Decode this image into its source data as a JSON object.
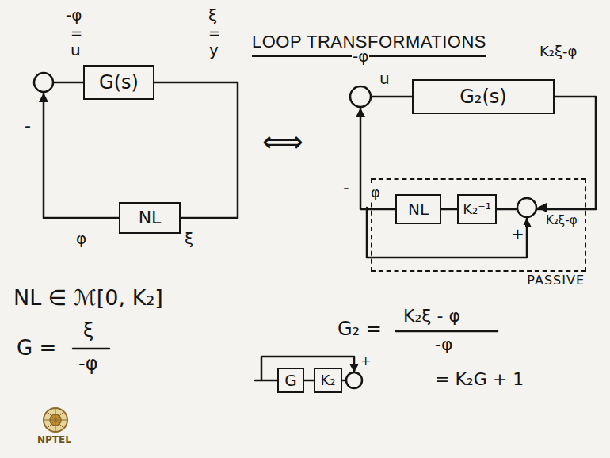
{
  "diagram": {
    "title": "LOOP TRANSFORMATIONS",
    "nodes": [
      {
        "text": [
          "G(s)"
        ]
      },
      {
        "text": [
          "NL"
        ]
      },
      {
        "text": [
          "G₂(s)"
        ]
      },
      {
        "text": [
          "PASSIVE"
        ]
      },
      {
        "text": [
          "NL"
        ],
        "in": 3
      },
      {
        "text": [
          "K₂⁻¹"
        ],
        "in": 3
      },
      {
        "text": [
          "G"
        ]
      },
      {
        "text": [
          "K₂"
        ]
      }
    ],
    "edges": [
      {
        "from": 0,
        "to": 1,
        "arrow": "none"
      },
      {
        "from": 1,
        "to": 0,
        "arrow": "none"
      },
      {
        "from": 2,
        "to": 5,
        "arrow": "none"
      },
      {
        "from": 5,
        "to": 4,
        "arrow": "none"
      },
      {
        "from": 4,
        "to": 2,
        "arrow": "none"
      },
      {
        "from": 6,
        "to": 7,
        "arrow": "none"
      }
    ],
    "labels": [
      "-φ",
      "=",
      "u",
      "ξ",
      "=",
      "y",
      "-",
      "φ",
      "ξ",
      "⟺",
      "-φ",
      "u",
      "K₂ξ-φ",
      "-",
      "φ",
      "+",
      "K₂ξ-φ",
      "NL ∈ ℳ[0, K₂]",
      "G =",
      "ξ",
      "-φ",
      "G₂ =",
      "K₂ξ - φ",
      "-φ",
      "+",
      "= K₂G + 1",
      "NPTEL"
    ]
  }
}
